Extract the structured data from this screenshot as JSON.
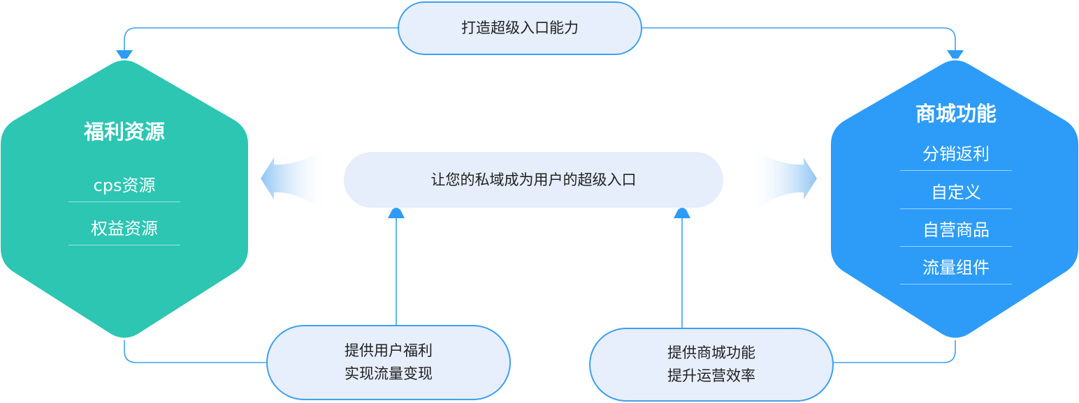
{
  "top_label": "打造超级入口能力",
  "center_label": "让您的私域成为用户的超级入口",
  "left_hex": {
    "title": "福利资源",
    "items": [
      "cps资源",
      "权益资源"
    ],
    "color": "#2cc6b3"
  },
  "right_hex": {
    "title": "商城功能",
    "items": [
      "分销返利",
      "自定义",
      "自营商品",
      "流量组件"
    ],
    "color": "#2c9cf8"
  },
  "bottom_left": {
    "lines": [
      "提供用户福利",
      "实现流量变现"
    ]
  },
  "bottom_right": {
    "lines": [
      "提供商城功能",
      "提升运营效率"
    ]
  },
  "colors": {
    "line": "#3ca0f0",
    "pill_fill": "#e7eefc",
    "text": "#222222"
  }
}
